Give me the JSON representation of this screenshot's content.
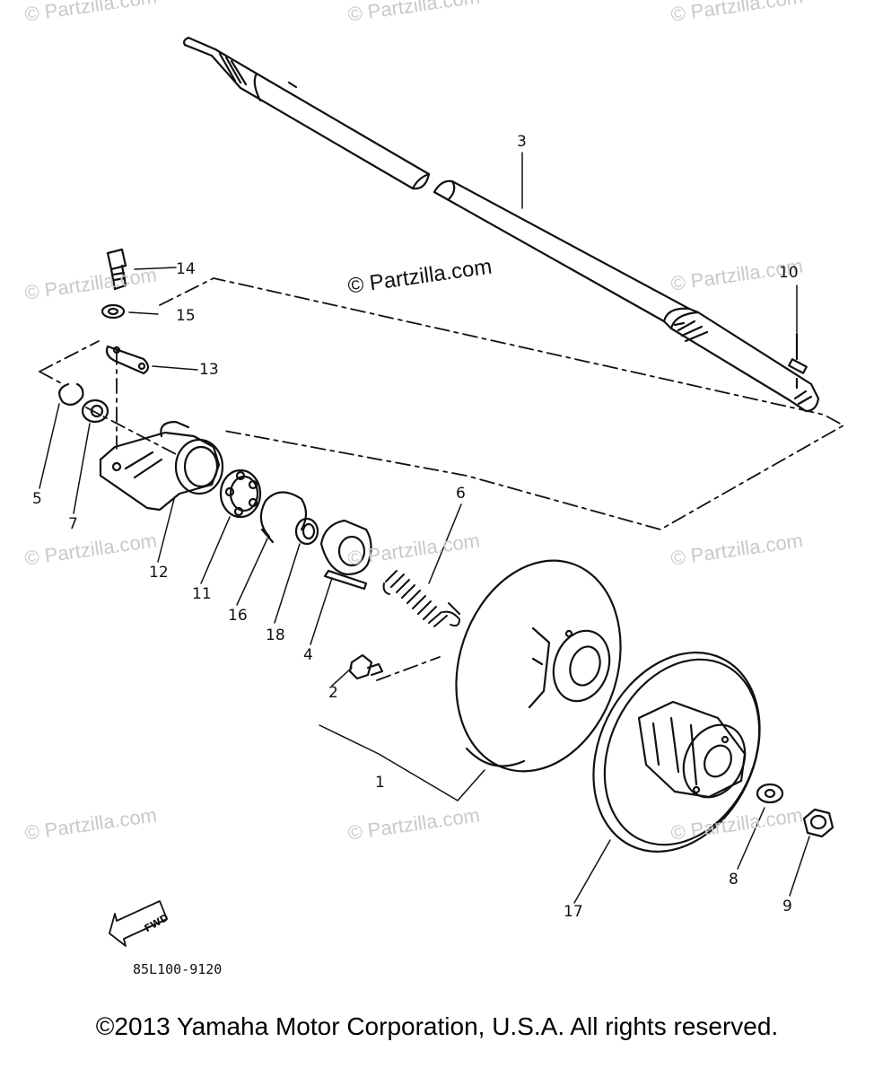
{
  "watermarks": [
    "© Partzilla.com",
    "© Partzilla.com",
    "© Partzilla.com",
    "© Partzilla.com",
    "© Partzilla.com",
    "© Partzilla.com",
    "© Partzilla.com",
    "© Partzilla.com",
    "© Partzilla.com",
    "© Partzilla.com",
    "© Partzilla.com"
  ],
  "main_watermark": "© Partzilla.com",
  "callouts": {
    "c1": "1",
    "c2": "2",
    "c3": "3",
    "c4": "4",
    "c5": "5",
    "c6": "6",
    "c7": "7",
    "c8": "8",
    "c9": "9",
    "c10": "10",
    "c11": "11",
    "c12": "12",
    "c13": "13",
    "c14": "14",
    "c15": "15",
    "c16": "16",
    "c17": "17",
    "c18": "18"
  },
  "fwd_label": "FWD",
  "drawing_number": "85L100-9120",
  "copyright": "©2013 Yamaha Motor Corporation, U.S.A. All rights reserved."
}
